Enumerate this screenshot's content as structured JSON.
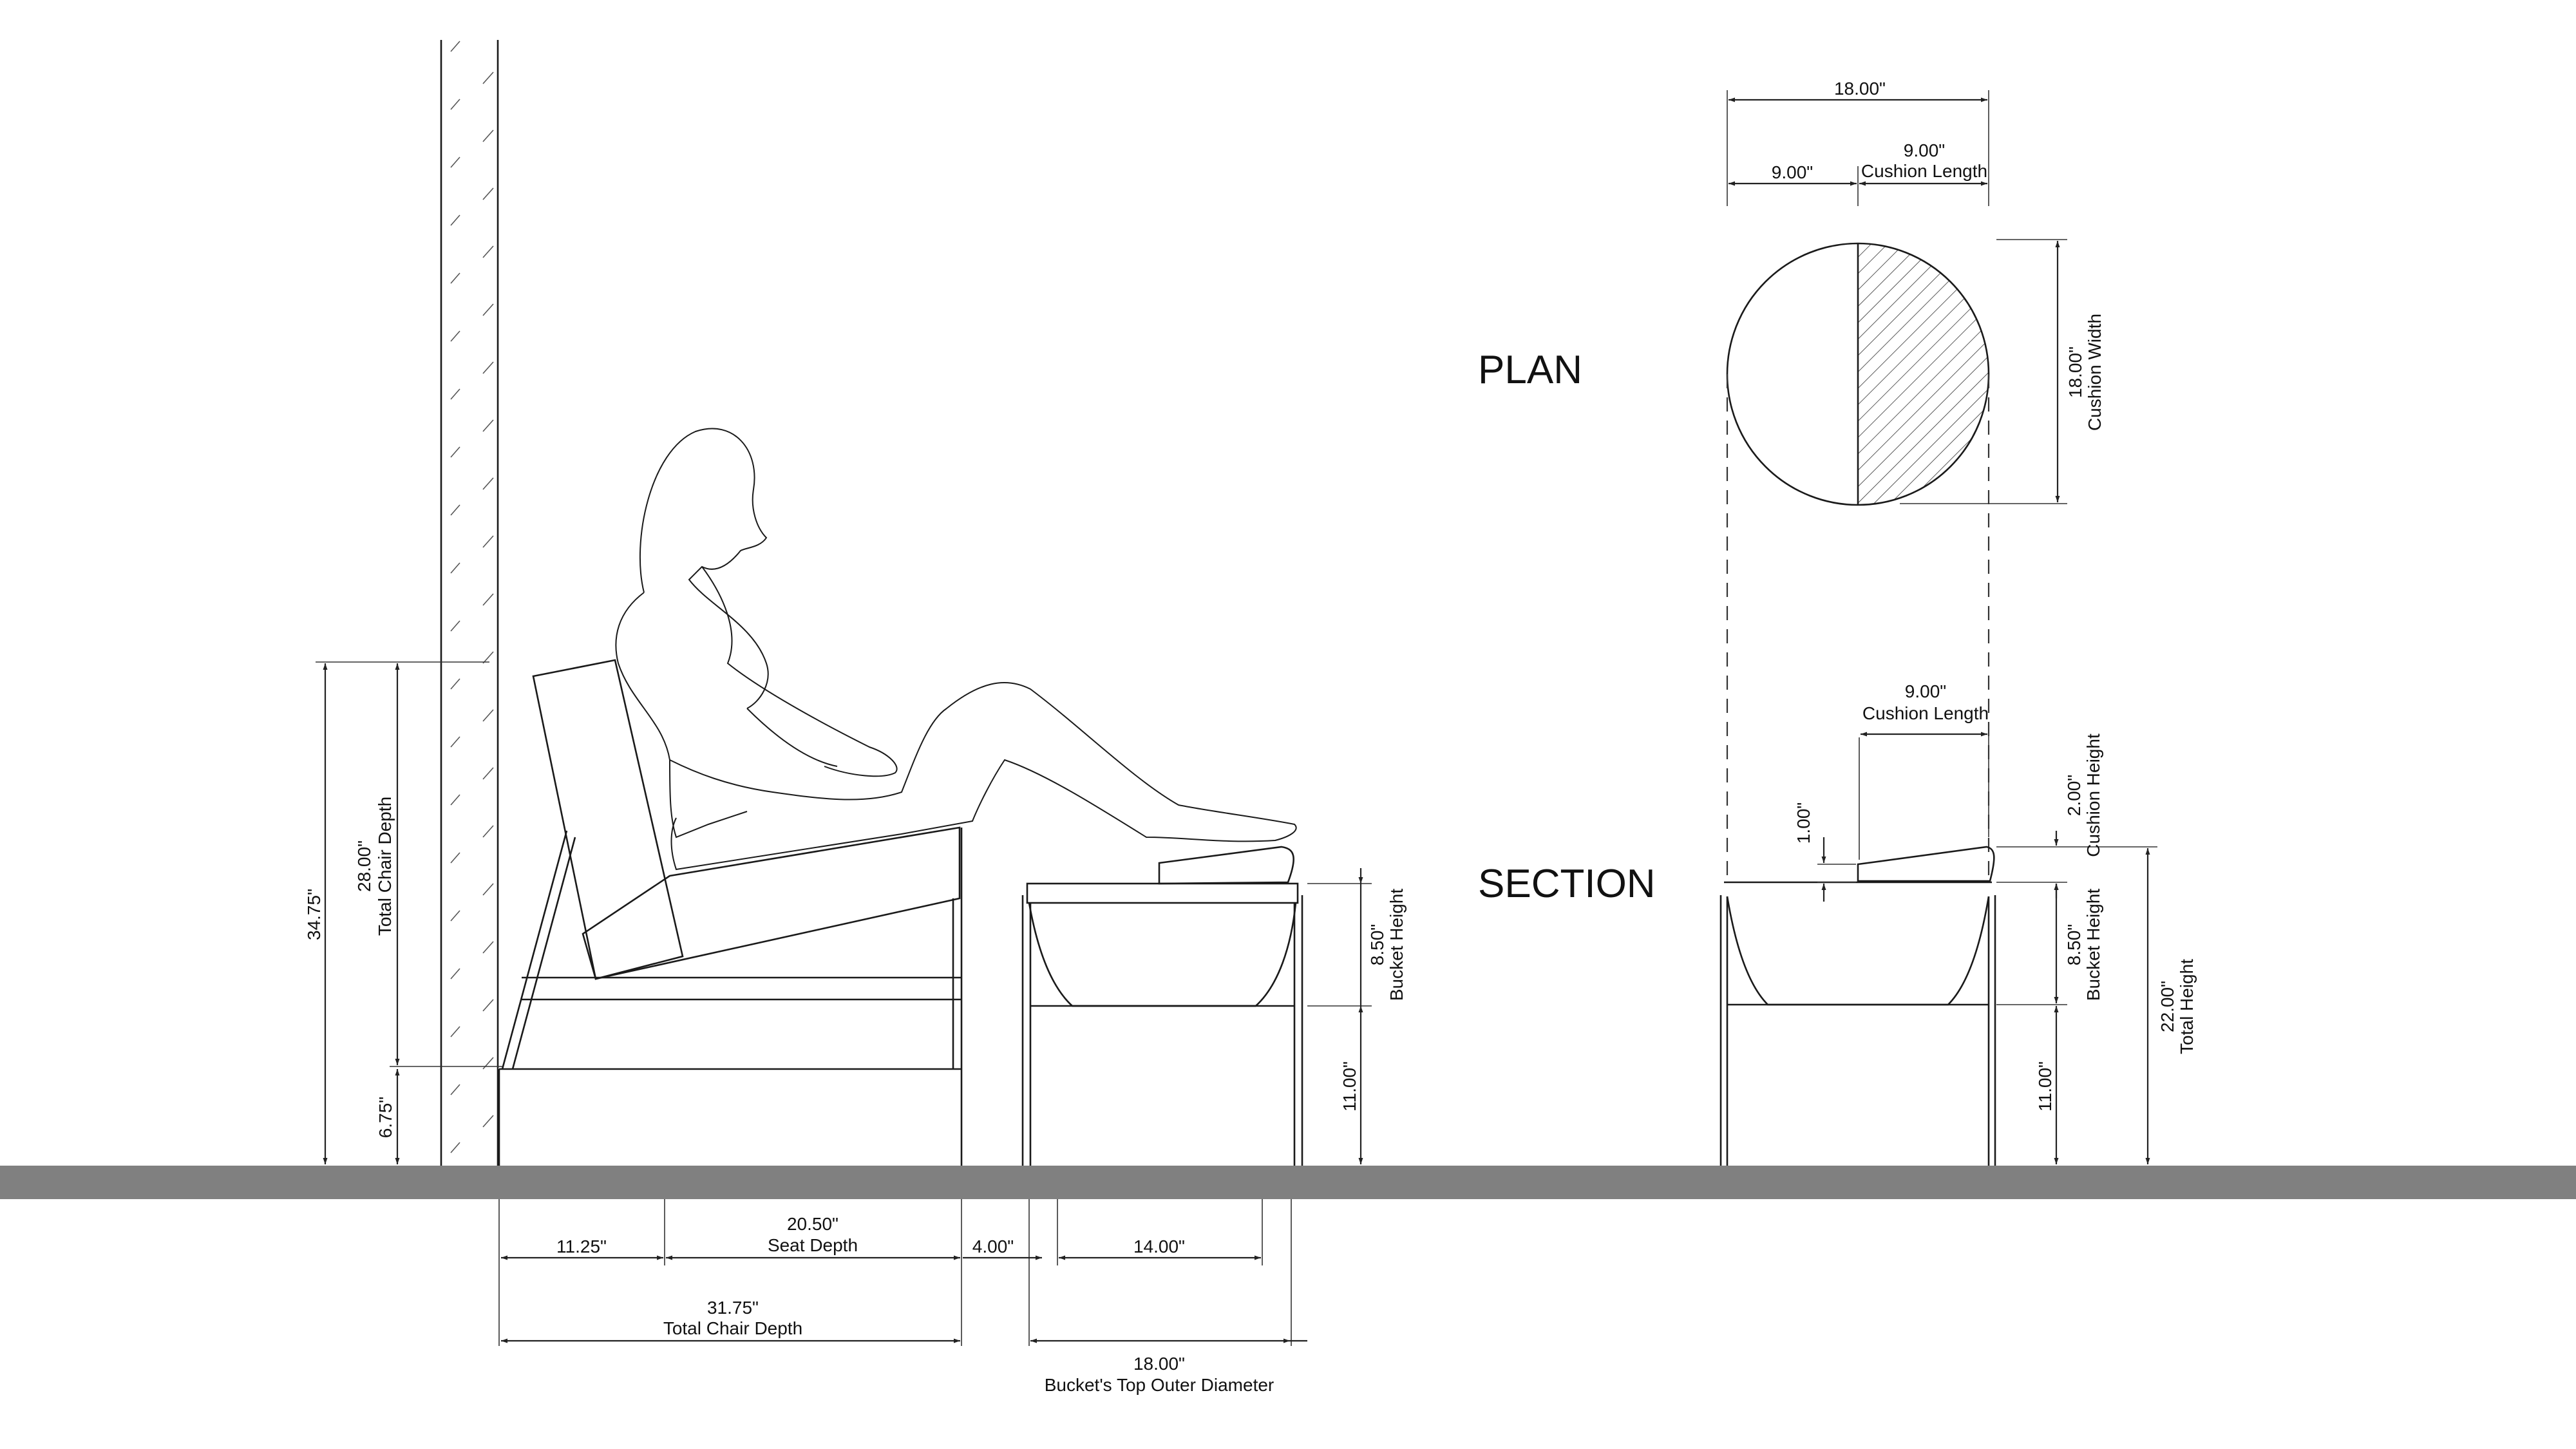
{
  "views": {
    "plan_label": "PLAN",
    "section_label": "SECTION"
  },
  "dims_left": {
    "total_height_value": "34.75\"",
    "back_value": "28.00\"",
    "back_label": "Total Chair Depth",
    "leg_value": "6.75\"",
    "bucket_height_value": "8.50\"",
    "bucket_height_label": "Bucket Height",
    "base_height_value": "11.00\"",
    "front_depth_value": "11.25\"",
    "seat_depth_value": "20.50\"",
    "seat_depth_label": "Seat Depth",
    "gap_value": "4.00\"",
    "inner_value": "14.00\"",
    "total_depth_value": "31.75\"",
    "total_depth_label": "Total Chair Depth",
    "bucket_diameter_value": "18.00\"",
    "bucket_diameter_label": "Bucket's Top Outer Diameter"
  },
  "dims_plan": {
    "overall_value": "18.00\"",
    "half_value": "9.00\"",
    "cushion_length_value": "9.00\"",
    "cushion_length_label": "Cushion Length",
    "cushion_width_value": "18.00\"",
    "cushion_width_label": "Cushion Width"
  },
  "dims_section": {
    "cushion_length_value": "9.00\"",
    "cushion_length_label": "Cushion Length",
    "offset_value": "1.00\"",
    "cushion_height_value": "2.00\"",
    "cushion_height_label": "Cushion Height",
    "bucket_height_value": "8.50\"",
    "bucket_height_label": "Bucket Height",
    "base_height_value": "11.00\"",
    "total_height_value": "22.00\"",
    "total_height_label": "Total Height"
  },
  "colors": {
    "floor": "#808080",
    "line": "#1a1a1a"
  }
}
